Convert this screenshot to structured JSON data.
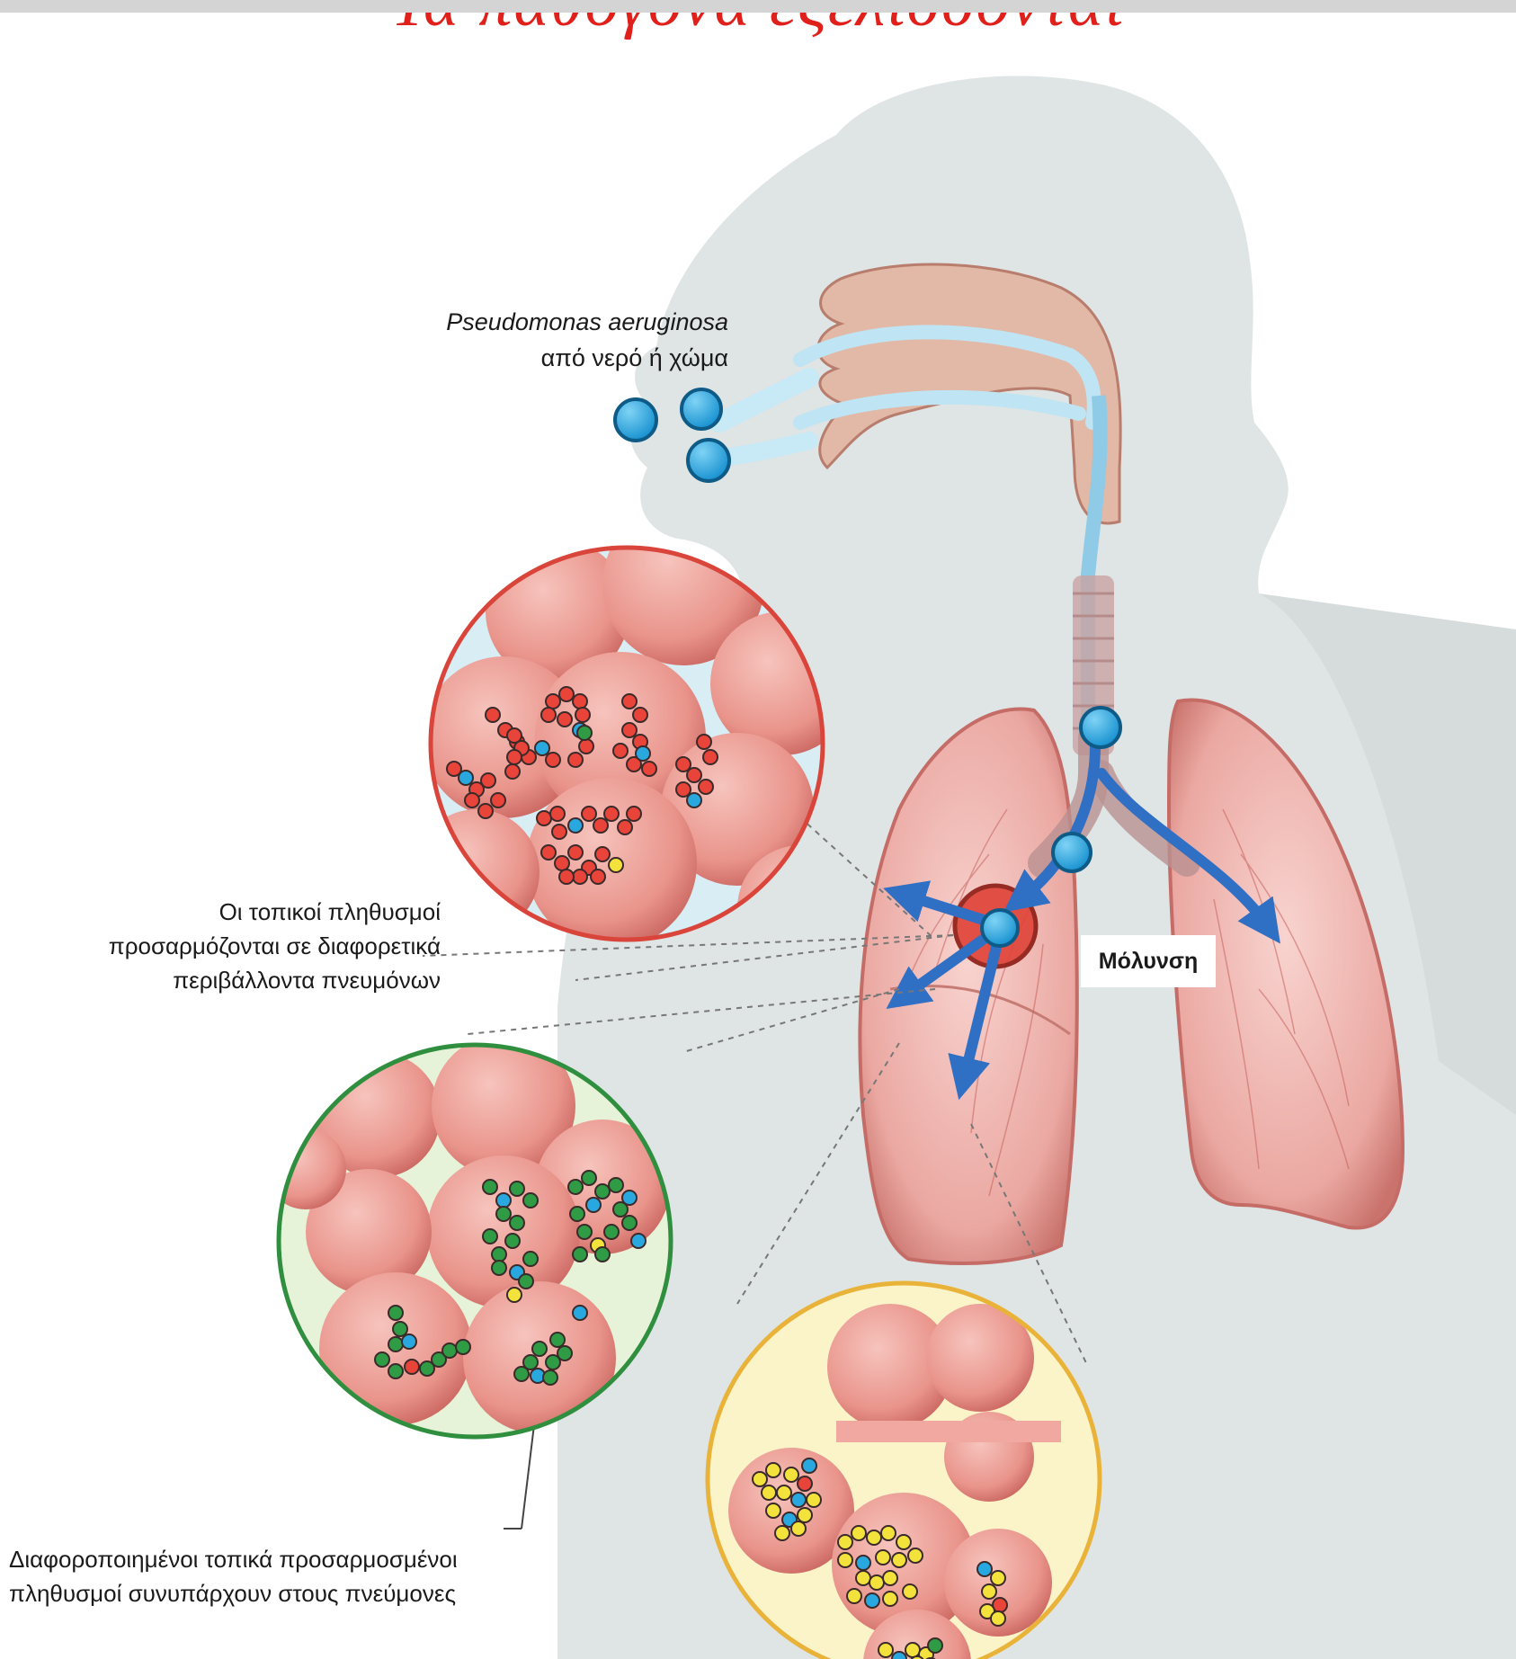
{
  "header": {
    "title": "Τα παθογόνα εξελίσσονται"
  },
  "labels": {
    "source_line1": "Pseudomonas aeruginosa",
    "source_line2": "από νερό ή χώμα",
    "local_line1": "Οι τοπικοί πληθυσμοί",
    "local_line2": "προσαρμόζονται σε διαφορετικά",
    "local_line3": "περιβάλλοντα πνευμόνων",
    "infection": "Μόλυνση",
    "diverse_line1": "Διαφοροποιημένοι τοπικά προσαρμοσμένοι",
    "diverse_line2": "πληθυσμοί συνυπάρχουν στους πνεύμονες"
  },
  "colors": {
    "title": "#e0201b",
    "bacteria_blue": "#29a8e0",
    "red_population": "#e8443a",
    "green_population": "#2f9b45",
    "yellow_population": "#f3e23b",
    "red_circle_border": "#d9453b",
    "green_circle_border": "#2f8f3f",
    "yellow_circle_border": "#e9b33a",
    "arrow": "#2f6fc4"
  },
  "icons": [
    "bacterium-icon",
    "arrow-icon"
  ]
}
